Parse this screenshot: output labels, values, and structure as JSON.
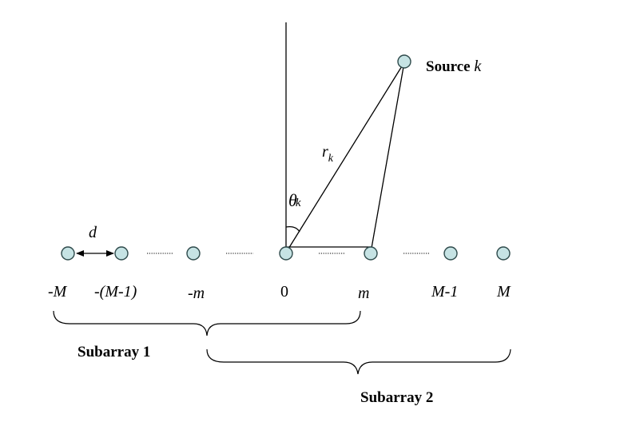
{
  "source": {
    "label_text": "Source ",
    "label_index": "k"
  },
  "range": {
    "symbol": "r",
    "subscript": "k"
  },
  "angle": {
    "symbol": "θ",
    "subscript": "k"
  },
  "spacing": {
    "label": "d"
  },
  "sensors": [
    {
      "label": "-M"
    },
    {
      "label": "-(M-1)"
    },
    {
      "label": "-m"
    },
    {
      "label": "0"
    },
    {
      "label": "m"
    },
    {
      "label": "M-1"
    },
    {
      "label": "M"
    }
  ],
  "subarrays": [
    {
      "label": "Subarray 1"
    },
    {
      "label": "Subarray 2"
    }
  ]
}
